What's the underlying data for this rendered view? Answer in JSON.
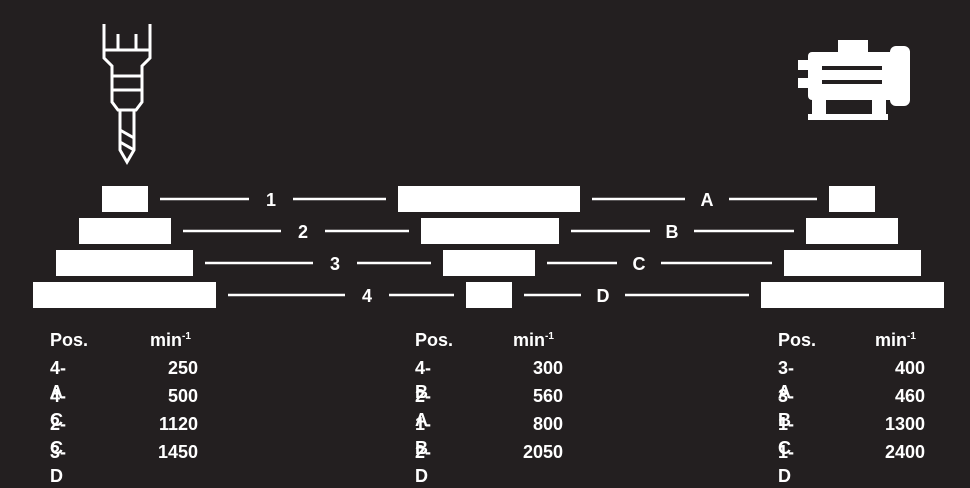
{
  "diagram": {
    "drill_label_rows": [
      "1",
      "2",
      "3",
      "4"
    ],
    "motor_label_rows": [
      "A",
      "B",
      "C",
      "D"
    ]
  },
  "tables": [
    {
      "header": {
        "pos": "Pos.",
        "speed": "min",
        "speed_exp": "-1"
      },
      "rows": [
        {
          "pos": "4-A",
          "speed": "250"
        },
        {
          "pos": "4-C",
          "speed": "500"
        },
        {
          "pos": "2-C",
          "speed": "1120"
        },
        {
          "pos": "3-D",
          "speed": "1450"
        }
      ]
    },
    {
      "header": {
        "pos": "Pos.",
        "speed": "min",
        "speed_exp": "-1"
      },
      "rows": [
        {
          "pos": "4-B",
          "speed": "300"
        },
        {
          "pos": "2-A",
          "speed": "560"
        },
        {
          "pos": "1-B",
          "speed": "800"
        },
        {
          "pos": "2-D",
          "speed": "2050"
        }
      ]
    },
    {
      "header": {
        "pos": "Pos.",
        "speed": "min",
        "speed_exp": "-1"
      },
      "rows": [
        {
          "pos": "3-A",
          "speed": "400"
        },
        {
          "pos": "3-B",
          "speed": "460"
        },
        {
          "pos": "1-C",
          "speed": "1300"
        },
        {
          "pos": "1-D",
          "speed": "2400"
        }
      ]
    }
  ],
  "colors": {
    "background": "#231f20",
    "foreground": "#ffffff"
  }
}
